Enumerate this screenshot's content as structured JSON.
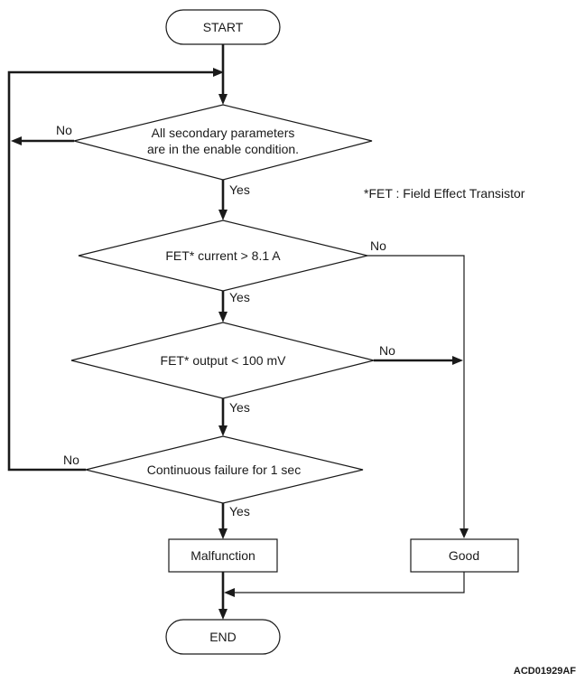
{
  "flowchart": {
    "start": "START",
    "end": "END",
    "decision1": {
      "line1": "All secondary parameters",
      "line2": "are in the enable condition."
    },
    "decision2": "FET* current > 8.1 A",
    "decision3": "FET* output < 100 mV",
    "decision4": "Continuous failure for 1 sec",
    "malfunction": "Malfunction",
    "good": "Good",
    "yes": "Yes",
    "no": "No"
  },
  "note": "*FET : Field Effect Transistor",
  "figure_code": "ACD01929AF"
}
